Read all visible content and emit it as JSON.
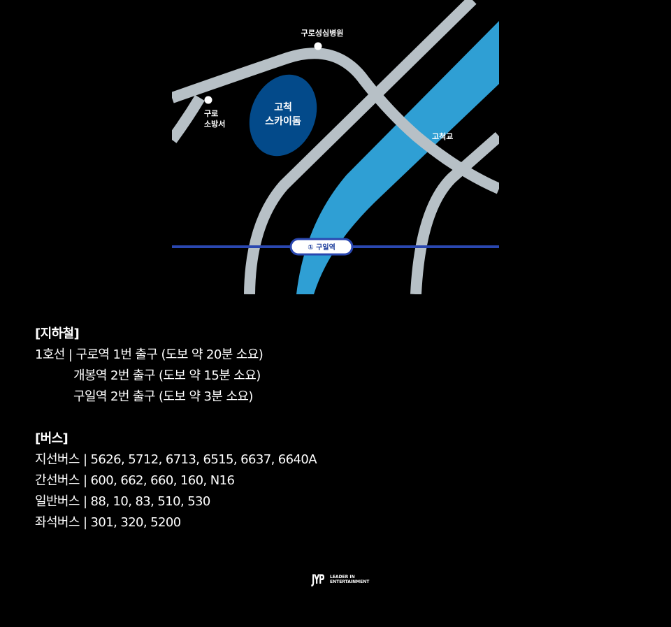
{
  "map": {
    "labels": {
      "hospital": "구로성심병원",
      "fire_station_line1": "구로",
      "fire_station_line2": "소방서",
      "stadium_line1": "고척",
      "stadium_line2": "스카이돔",
      "bridge": "고척교",
      "station": "① 구일역"
    },
    "colors": {
      "road": "#b7c0c6",
      "river": "#2f9fd4",
      "stadium": "#034a8a",
      "subway_line": "#2a47b0",
      "background": "#000000"
    }
  },
  "subway": {
    "heading": "[지하철]",
    "rows": [
      "1호선 | 구로역 1번 출구 (도보 약 20분 소요)",
      "개봉역 2번 출구 (도보 약 15분 소요)",
      "구일역 2번 출구 (도보 약 3분 소요)"
    ]
  },
  "bus": {
    "heading": "[버스]",
    "rows": [
      "지선버스 | 5626, 5712, 6713, 6515, 6637, 6640A",
      "간선버스 | 600, 662, 660, 160, N16",
      "일반버스 | 88, 10, 83, 510, 530",
      "좌석버스 | 301, 320, 5200"
    ]
  },
  "footer": {
    "logo_mark": "JYP",
    "tagline_line1": "LEADER IN",
    "tagline_line2": "ENTERTAINMENT"
  }
}
